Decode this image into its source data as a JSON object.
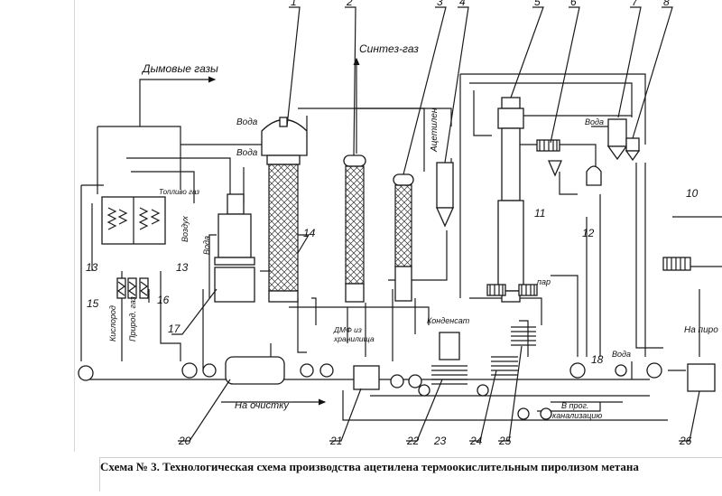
{
  "caption": "Схема № 3. Технологическая схема производства ацетилена термоокислительным пиролизом метана",
  "labels": {
    "flue_gas": "Дымовые газы",
    "synthesis_gas": "Синтез-газ",
    "acetylene": "Ацетилен",
    "water": "Вода",
    "fuel_gas": "Топливо газ",
    "air": "Воздух",
    "oxygen": "Кислород",
    "natural_gas": "Природ. газ",
    "dmf_from_storage_1": "ДМФ из",
    "dmf_from_storage_2": "хранилища",
    "condensate": "Конденсат",
    "steam": "пар",
    "to_cleaning": "На очистку",
    "to_sewer_1": "В прог.",
    "to_sewer_2": "канализацию",
    "to_pyro": "На пиро"
  },
  "numbers": [
    "1",
    "2",
    "3",
    "4",
    "5",
    "6",
    "7",
    "8",
    "10",
    "11",
    "12",
    "13",
    "13",
    "14",
    "15",
    "16",
    "17",
    "18",
    "20",
    "21",
    "22",
    "23",
    "24",
    "25",
    "26"
  ]
}
